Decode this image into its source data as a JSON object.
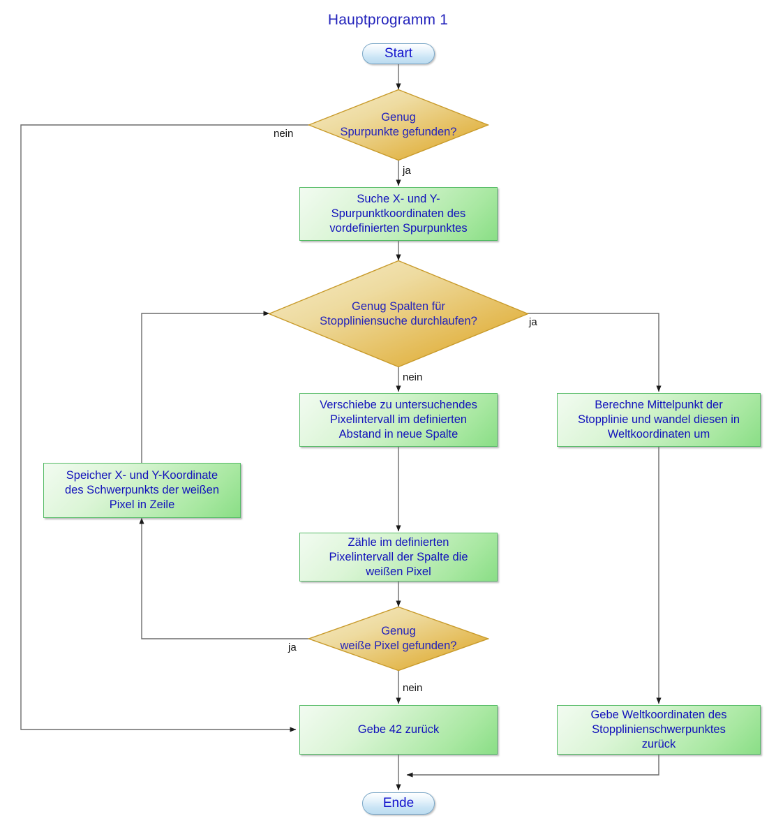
{
  "diagram": {
    "title": "Hauptprogramm 1",
    "type": "flowchart",
    "colors": {
      "title_text": "#2222bb",
      "node_text": "#1111bb",
      "terminal_fill": "#c9e4f5",
      "terminal_border": "#7aa7c7",
      "process_fill": "#a9e8a2",
      "process_border": "#55bb66",
      "decision_fill": "#e8c86a",
      "decision_border": "#c79a28",
      "connector": "#606060"
    }
  },
  "nodes": {
    "start": {
      "label": "Start",
      "shape": "terminal"
    },
    "d1": {
      "label": "Genug\nSpurpunkte gefunden?",
      "line1": "Genug",
      "line2": "Spurpunkte gefunden?",
      "shape": "decision"
    },
    "p1": {
      "line1": "Suche X- und Y-",
      "line2": "Spurpunktkoordinaten des",
      "line3": "vordefinierten Spurpunktes",
      "shape": "process"
    },
    "d2": {
      "line1": "Genug Spalten für",
      "line2": "Stoppliniensuche durchlaufen?",
      "shape": "decision"
    },
    "p2": {
      "line1": "Verschiebe zu untersuchendes",
      "line2": "Pixelintervall im definierten",
      "line3": "Abstand in neue Spalte",
      "shape": "process"
    },
    "p3": {
      "line1": "Berechne Mittelpunkt der",
      "line2": "Stopplinie und wandel diesen in",
      "line3": "Weltkoordinaten um",
      "shape": "process"
    },
    "p4": {
      "line1": "Speicher X- und Y-Koordinate",
      "line2": "des Schwerpunkts der weißen",
      "line3": "Pixel in Zeile",
      "shape": "process"
    },
    "p5": {
      "line1": "Zähle im definierten",
      "line2": "Pixelintervall der Spalte die",
      "line3": "weißen Pixel",
      "shape": "process"
    },
    "d3": {
      "line1": "Genug",
      "line2": "weiße Pixel gefunden?",
      "shape": "decision"
    },
    "p6": {
      "line1": "Gebe 42 zurück",
      "shape": "process"
    },
    "p7": {
      "line1": "Gebe Weltkoordinaten des",
      "line2": "Stopplinienschwerpunktes",
      "line3": "zurück",
      "shape": "process"
    },
    "end": {
      "label": "Ende",
      "shape": "terminal"
    }
  },
  "edge_labels": {
    "d1_nein": "nein",
    "d1_ja": "ja",
    "d2_ja": "ja",
    "d2_nein": "nein",
    "d3_ja": "ja",
    "d3_nein": "nein"
  }
}
